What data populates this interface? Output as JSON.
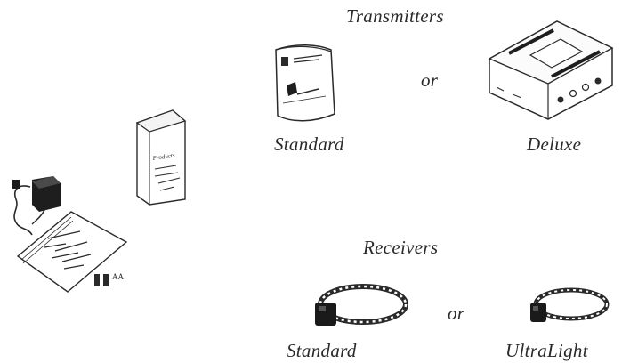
{
  "headings": {
    "transmitters": "Transmitters",
    "receivers": "Receivers"
  },
  "connectors": {
    "top": "or",
    "bottom": "or"
  },
  "transmitters": {
    "standard": "Standard",
    "deluxe": "Deluxe"
  },
  "receivers": {
    "standard": "Standard",
    "ultralight": "UltraLight"
  },
  "accessories": {
    "box_text_line1": "Products",
    "battery_label": "AA"
  },
  "icons": {
    "ac_adapter": "ac-adapter-icon",
    "manual": "manual-icon",
    "product_box": "product-box-icon",
    "batteries": "batteries-icon",
    "standard_transmitter": "standard-transmitter-icon",
    "deluxe_transmitter": "deluxe-transmitter-icon",
    "standard_receiver": "standard-receiver-collar-icon",
    "ultralight_receiver": "ultralight-receiver-collar-icon"
  }
}
